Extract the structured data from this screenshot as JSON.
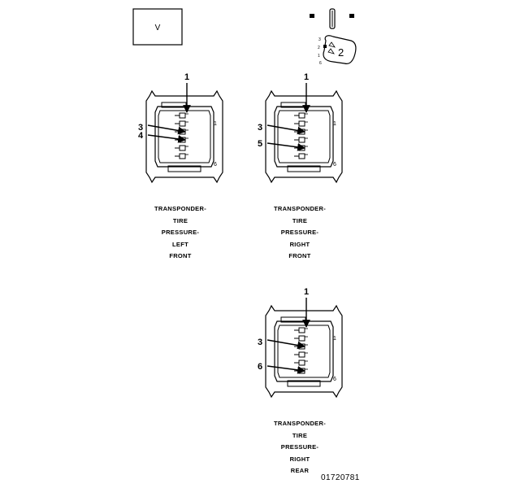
{
  "view_label": "V",
  "legend": {
    "pin_numbers": [
      "3",
      "2",
      "1",
      "6"
    ],
    "item_number": "2"
  },
  "connectors": [
    {
      "id": "left-front",
      "caption": [
        "TRANSPONDER-",
        "TIRE",
        "PRESSURE-",
        "LEFT",
        "FRONT"
      ],
      "callouts": [
        "1",
        "3",
        "4"
      ],
      "pin_end_labels": [
        "1",
        "6"
      ]
    },
    {
      "id": "right-front",
      "caption": [
        "TRANSPONDER-",
        "TIRE",
        "PRESSURE-",
        "RIGHT",
        "FRONT"
      ],
      "callouts": [
        "1",
        "3",
        "5"
      ],
      "pin_end_labels": [
        "1",
        "6"
      ]
    },
    {
      "id": "right-rear",
      "caption": [
        "TRANSPONDER-",
        "TIRE",
        "PRESSURE-",
        "RIGHT",
        "REAR"
      ],
      "callouts": [
        "1",
        "3",
        "6"
      ],
      "pin_end_labels": [
        "1",
        "6"
      ]
    }
  ],
  "figure_id": "01720781"
}
